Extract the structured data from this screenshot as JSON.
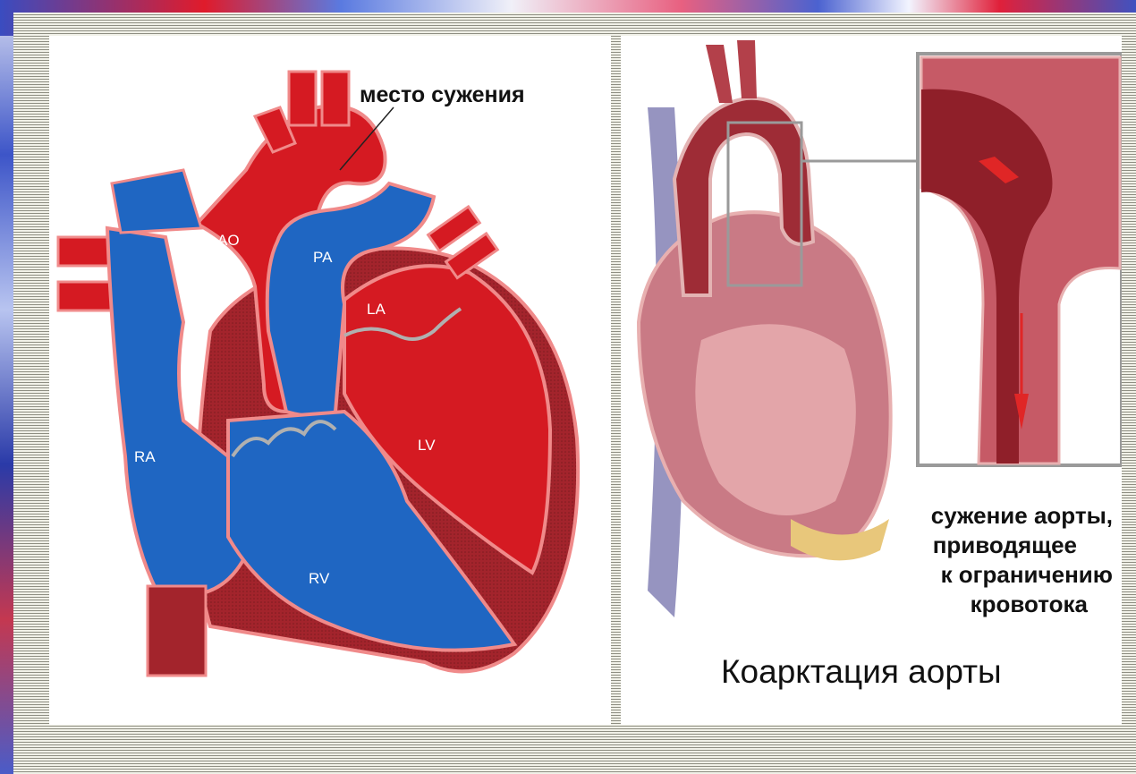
{
  "left_diagram": {
    "constriction_label": "место сужения",
    "chambers": {
      "ao": "AO",
      "pa": "PA",
      "la": "LA",
      "lv": "LV",
      "ra": "RA",
      "rv": "RV"
    }
  },
  "right_diagram": {
    "caption_lines": [
      "сужение аорты,",
      "приводящее",
      "к ограничению",
      "кровотока"
    ],
    "title": "Коарктация аорты"
  },
  "colors": {
    "arterial_red": "#d51a22",
    "venous_blue": "#1f66c2",
    "muscle_dark_red": "#a3242c",
    "outline_pink": "#f08a8a"
  }
}
